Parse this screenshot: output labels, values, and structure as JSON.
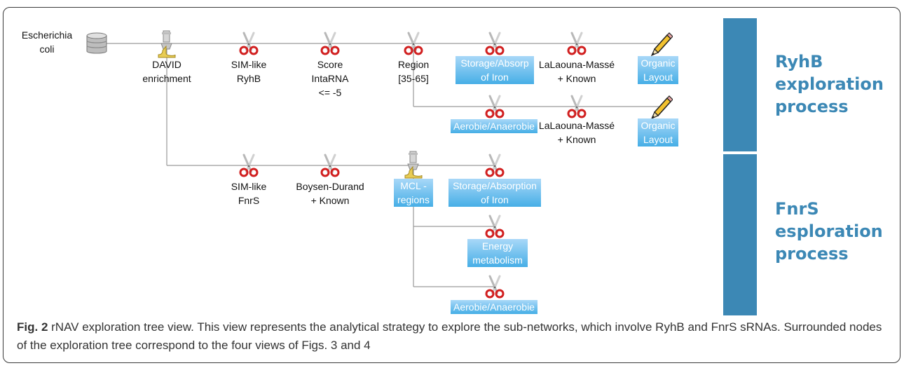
{
  "nodes": {
    "root": [
      "Escherichia",
      "coli"
    ],
    "david": [
      "DAVID",
      "enrichment"
    ],
    "sim_ryhb": [
      "SIM-like",
      "RyhB"
    ],
    "score": [
      "Score",
      "IntaRNA",
      "<= -5"
    ],
    "region": [
      "Region",
      "[35-65]"
    ],
    "storage_a": [
      "Storage/Absorp",
      "of Iron"
    ],
    "lalaouna_a": [
      "LaLaouna-Massé",
      "+ Known"
    ],
    "organic_a": [
      "Organic",
      "Layout"
    ],
    "aerobie_a": "Aerobie/Anaerobie",
    "lalaouna_b": [
      "LaLaouna-Massé",
      "+ Known"
    ],
    "organic_b": [
      "Organic",
      "Layout"
    ],
    "sim_fnrs": [
      "SIM-like",
      "FnrS"
    ],
    "boysen": [
      "Boysen-Durand",
      "+ Known"
    ],
    "mcl": [
      "MCL -",
      "regions"
    ],
    "storage_b": [
      "Storage/Absorption",
      "of Iron"
    ],
    "energy": [
      "Energy",
      "metabolism"
    ],
    "aerobie_b": "Aerobie/Anaerobie"
  },
  "side_labels": {
    "ryhb": [
      "RyhB",
      "exploration",
      "process"
    ],
    "fnrs": [
      "FnrS",
      "esploration",
      "process"
    ]
  },
  "caption": {
    "fig": "Fig. 2",
    "text": " rNAV exploration tree view. This view represents the analytical strategy to explore the sub-networks, which involve RyhB and FnrS sRNAs. Surrounded nodes of the exploration tree correspond to the four views of Figs. 3 and 4"
  },
  "colors": {
    "highlight_top": "#a8d8f8",
    "highlight_bottom": "#46aee6",
    "side_bar": "#3c88b5",
    "scissors": "#d11f1f"
  },
  "icons": {
    "database": "database-icon",
    "filter": "filter-icon",
    "cut": "scissors-icon",
    "layout": "pencil-icon"
  }
}
